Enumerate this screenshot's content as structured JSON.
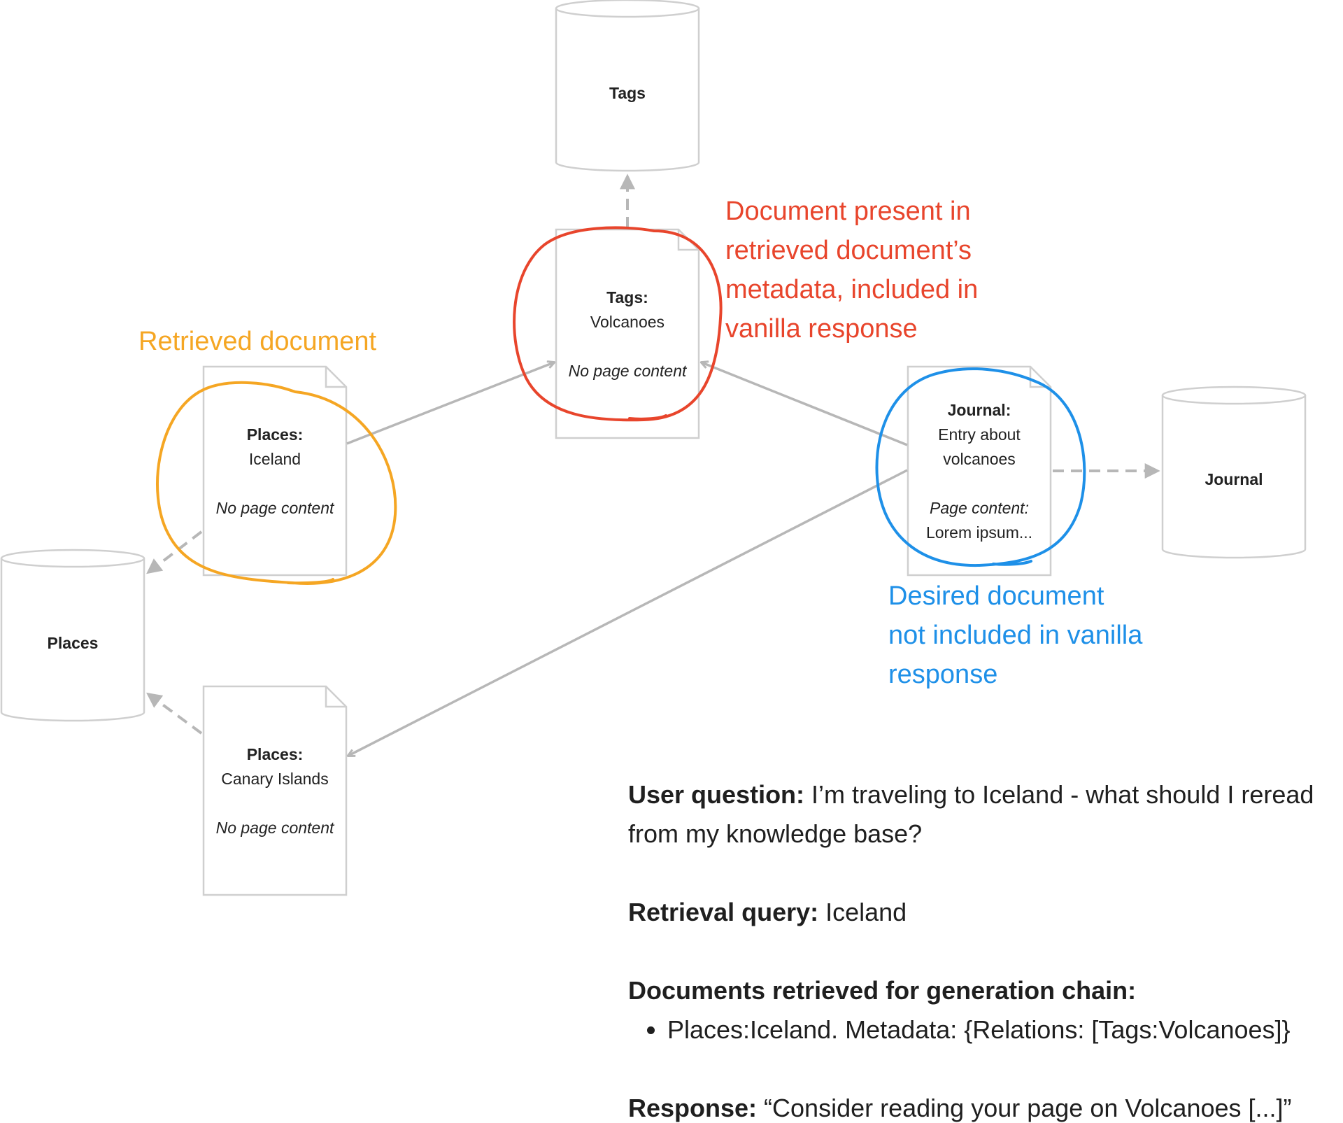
{
  "colors": {
    "gray_line": "#b7b7b7",
    "doc_border": "#cfcfcf",
    "orange": "#f5a623",
    "red": "#e8452c",
    "blue": "#1e90e8",
    "text": "#1f1f1f"
  },
  "databases": {
    "tags": "Tags",
    "places": "Places",
    "journal": "Journal"
  },
  "documents": {
    "tags_volcanoes": {
      "label": "Tags:",
      "value": "Volcanoes",
      "note": "No page content"
    },
    "places_iceland": {
      "label": "Places:",
      "value": "Iceland",
      "note": "No page content"
    },
    "journal_entry": {
      "label": "Journal:",
      "value_line1": "Entry about",
      "value_line2": "volcanoes",
      "note_label": "Page content:",
      "note_value": "Lorem ipsum..."
    },
    "places_canary": {
      "label": "Places:",
      "value": "Canary Islands",
      "note": "No page content"
    }
  },
  "annotations": {
    "retrieved": "Retrieved document",
    "present": [
      "Document present in",
      "retrieved document’s",
      "metadata, included in",
      "vanilla response"
    ],
    "desired": [
      "Desired document",
      "not included in vanilla",
      "response"
    ]
  },
  "qa": {
    "question_label": "User question:",
    "question_text": " I’m traveling to Iceland - what should I reread",
    "question_text2": "from my knowledge base?",
    "query_label": "Retrieval query:",
    "query_text": " Iceland",
    "docs_label": "Documents retrieved for generation chain:",
    "docs_items": [
      "Places:Iceland. Metadata: {Relations: [Tags:Volcanoes]}"
    ],
    "response_label": "Response:",
    "response_text": " “Consider reading your page on Volcanoes [...]”"
  }
}
